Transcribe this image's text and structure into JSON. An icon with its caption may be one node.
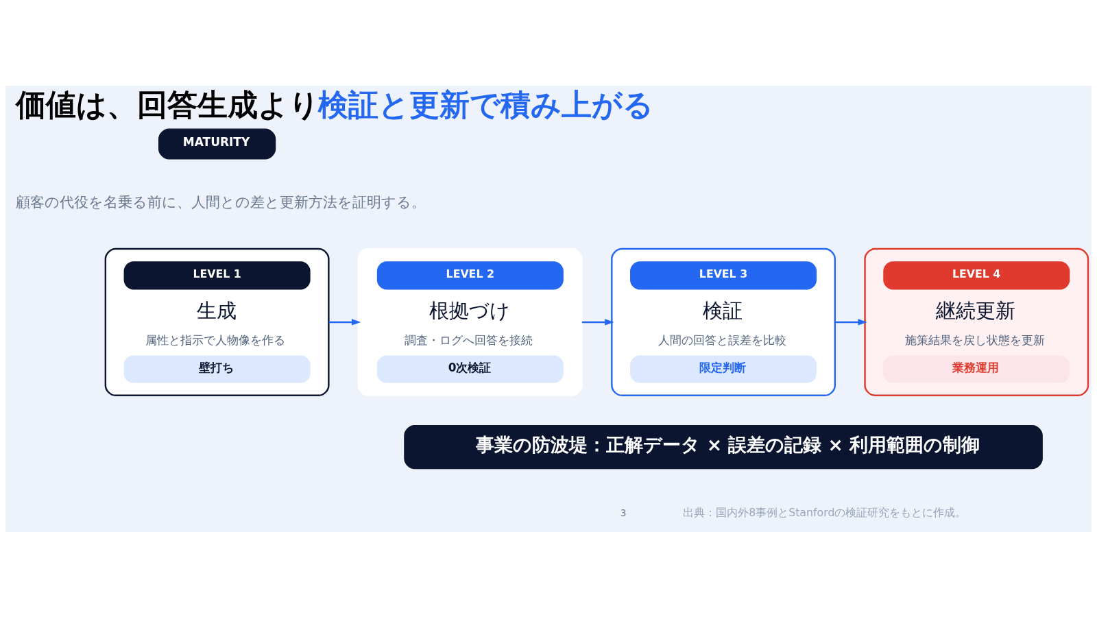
{
  "diagram": {
    "title": "価値は、回答生成より**検証と更新で積み上がる**",
    "caption": "出典：国内外8事例とStanfordの検証研究をもとに作成。",
    "nodes": [
      {
        "text": [
          "LEVEL 1",
          "生成",
          "属性と指示で人物像を作る",
          "壁打ち"
        ]
      },
      {
        "text": [
          "LEVEL 2",
          "根拠づけ",
          "調査・ログへ回答を接続",
          "0次検証"
        ]
      },
      {
        "text": [
          "LEVEL 3",
          "検証",
          "人間の回答と誤差を比較",
          "限定判断"
        ]
      },
      {
        "text": [
          "LEVEL 4",
          "継続更新",
          "施策結果を戻し状態を更新",
          "業務運用"
        ]
      },
      {
        "text": [
          "事業の防波堤：正解データ × 誤差の記録 × 利用範囲の制御"
        ]
      }
    ],
    "edges": [
      {
        "from": 0,
        "to": 1,
        "arrow": "to"
      },
      {
        "from": 1,
        "to": 2,
        "arrow": "to"
      },
      {
        "from": 2,
        "to": 3,
        "arrow": "to"
      }
    ],
    "labels": [
      "MATURITY",
      "顧客の代役を名乗る前に、人間との差と更新方法を証明する。",
      "3"
    ]
  }
}
